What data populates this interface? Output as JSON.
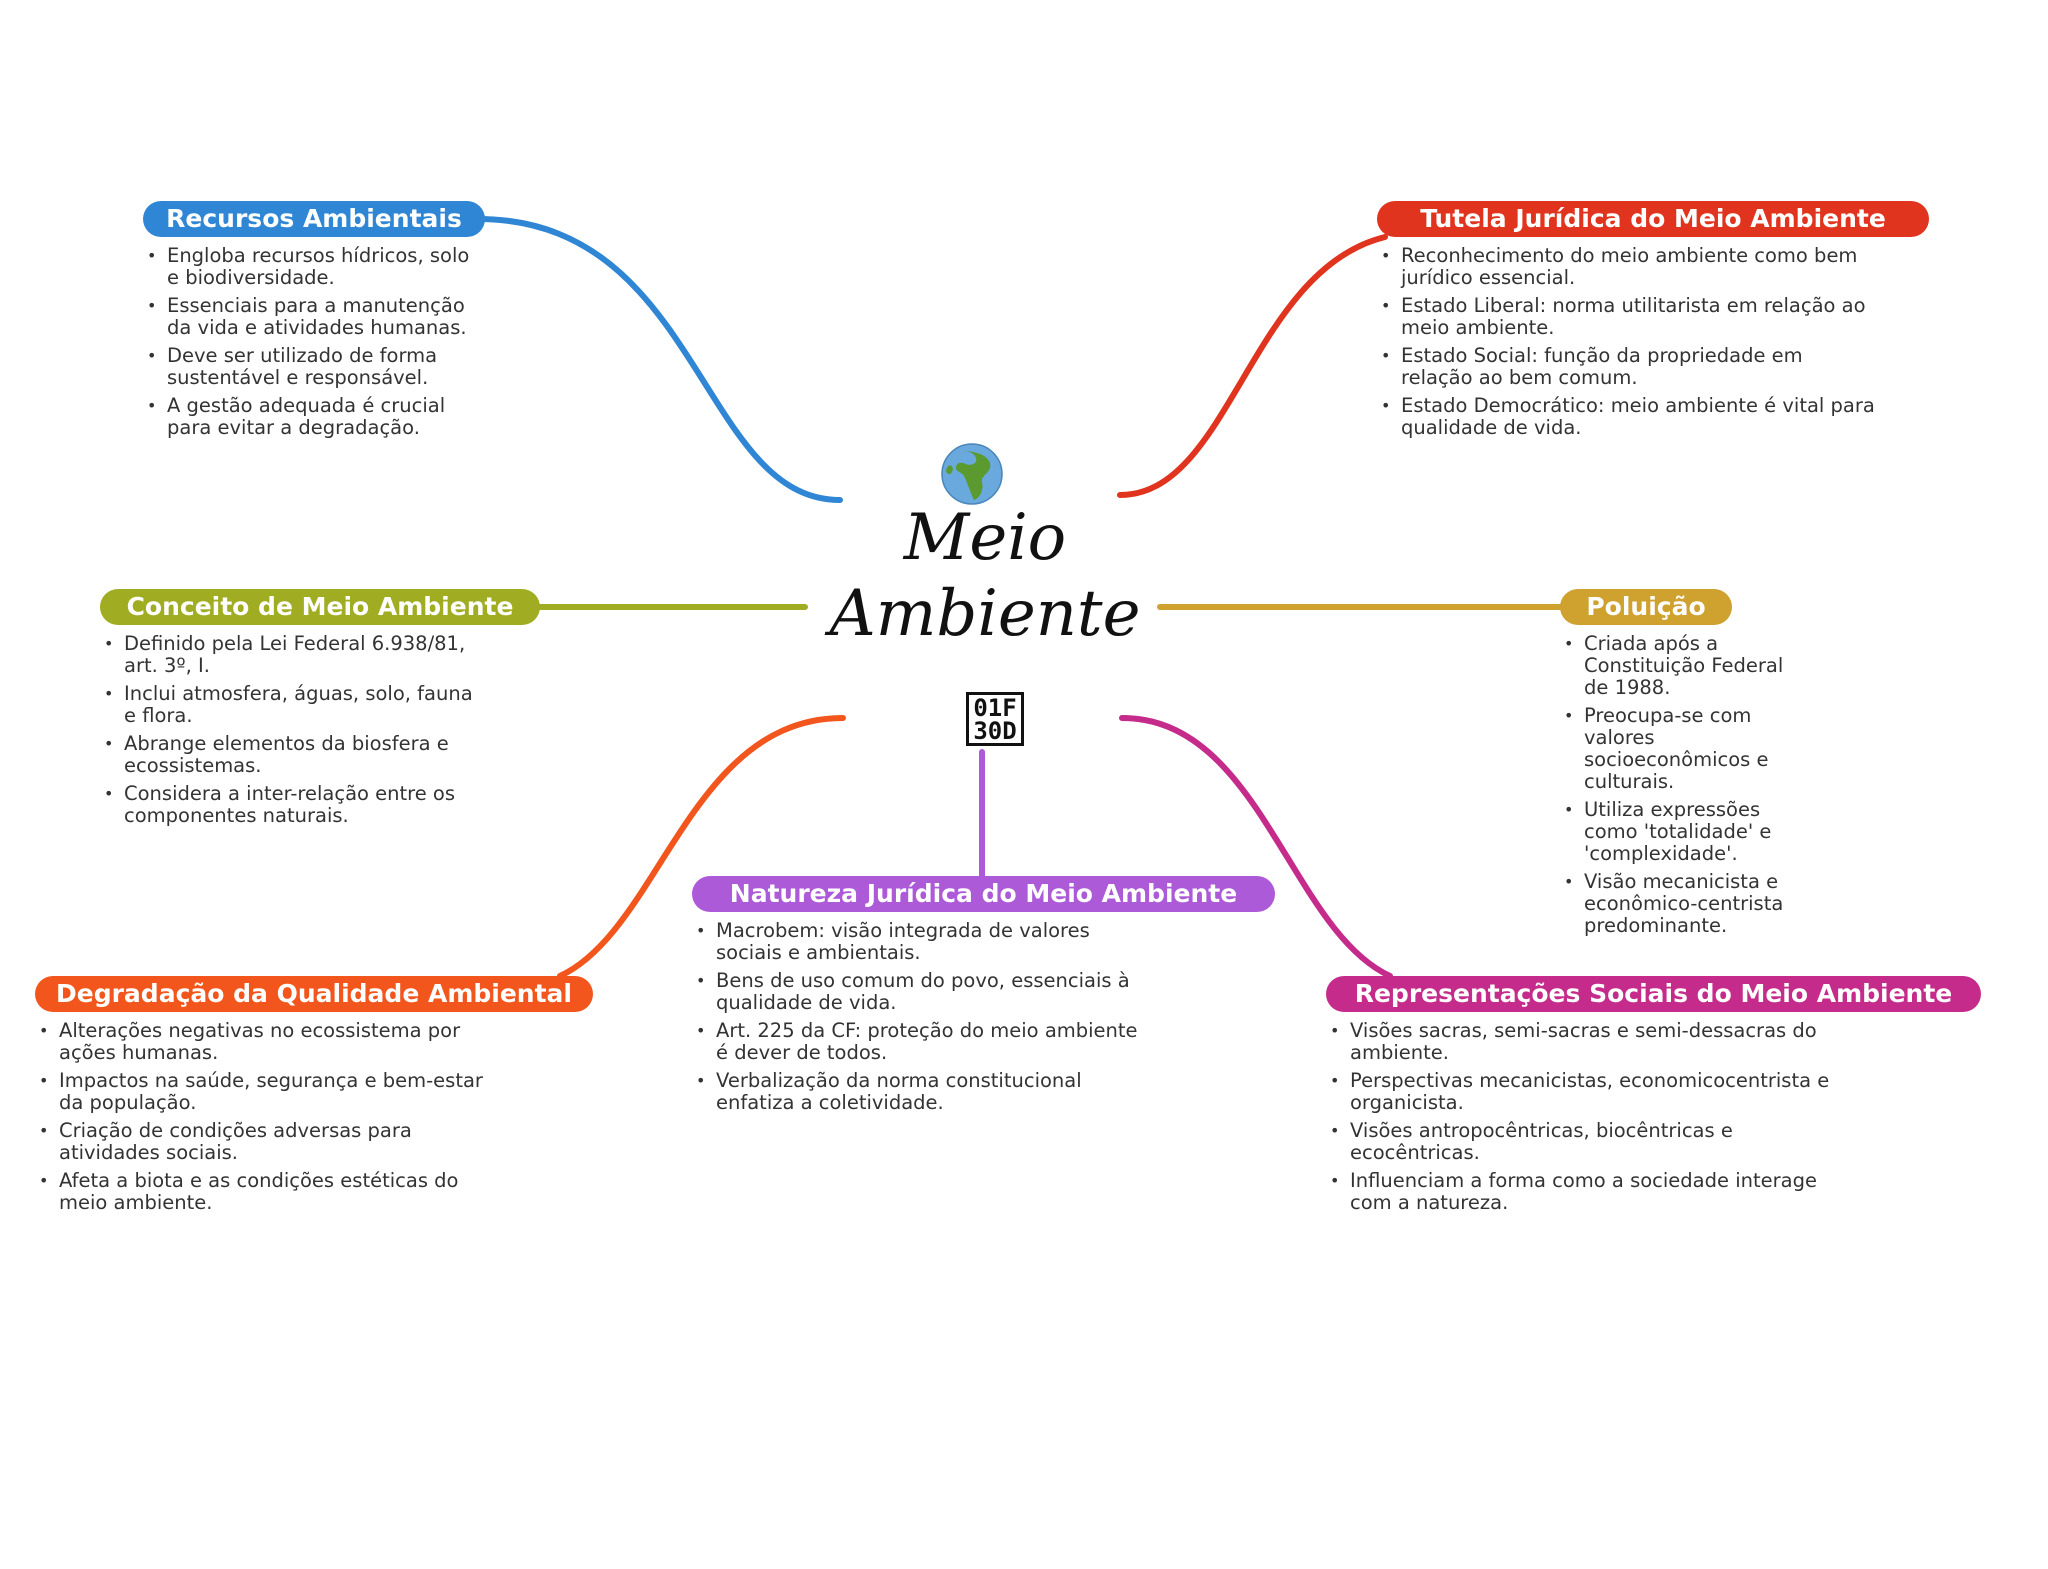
{
  "center": {
    "icon": "globe-europe-africa-icon",
    "title_line1": "Meio",
    "title_line2": "Ambiente",
    "unicode_line1": "01F",
    "unicode_line2": "30D"
  },
  "branches": [
    {
      "id": "recursos",
      "title": "Recursos Ambientais",
      "color": "#2f86d4",
      "items": [
        "Engloba recursos hídricos, solo e biodiversidade.",
        "Essenciais para a manutenção da vida e atividades humanas.",
        "Deve ser utilizado de forma sustentável e responsável.",
        "A gestão adequada é crucial para evitar a degradação."
      ]
    },
    {
      "id": "tutela",
      "title": "Tutela Jurídica do Meio Ambiente",
      "color": "#e0341e",
      "items": [
        "Reconhecimento do meio ambiente como bem jurídico essencial.",
        "Estado Liberal: norma utilitarista em relação ao meio ambiente.",
        "Estado Social: função da propriedade em relação ao bem comum.",
        "Estado Democrático: meio ambiente é vital para qualidade de vida."
      ]
    },
    {
      "id": "conceito",
      "title": "Conceito de Meio Ambiente",
      "color": "#a0ad23",
      "items": [
        "Definido pela Lei Federal 6.938/81, art. 3º, I.",
        "Inclui atmosfera, águas, solo, fauna e flora.",
        "Abrange elementos da biosfera e ecossistemas.",
        "Considera a inter-relação entre os componentes naturais."
      ]
    },
    {
      "id": "poluicao",
      "title": "Poluição",
      "color": "#cfa12e",
      "items": [
        "Criada após a Constituição Federal de 1988.",
        "Preocupa-se com valores socioeconômicos e culturais.",
        "Utiliza expressões como 'totalidade' e 'complexidade'.",
        "Visão mecanicista e econômico-centrista predominante."
      ]
    },
    {
      "id": "natureza",
      "title": "Natureza Jurídica do Meio Ambiente",
      "color": "#ac5ad8",
      "items": [
        "Macrobem: visão integrada de valores sociais e ambientais.",
        "Bens de uso comum do povo, essenciais à qualidade de vida.",
        "Art. 225 da CF: proteção do meio ambiente é dever de todos.",
        "Verbalização da norma constitucional enfatiza a coletividade."
      ]
    },
    {
      "id": "degradacao",
      "title": "Degradação da Qualidade Ambiental",
      "color": "#f2561d",
      "items": [
        "Alterações negativas no ecossistema por ações humanas.",
        "Impactos na saúde, segurança e bem-estar da população.",
        "Criação de condições adversas para atividades sociais.",
        "Afeta a biota e as condições estéticas do meio ambiente."
      ]
    },
    {
      "id": "representacoes",
      "title": "Representações Sociais do Meio Ambiente",
      "color": "#c42b8b",
      "items": [
        "Visões sacras, semi-sacras e semi-dessacras do ambiente.",
        "Perspectivas mecanicistas, economicocentrista e organicista.",
        "Visões antropocêntricas, biocêntricas e ecocêntricas.",
        "Influenciam a forma como a sociedade interage com a natureza."
      ]
    }
  ]
}
